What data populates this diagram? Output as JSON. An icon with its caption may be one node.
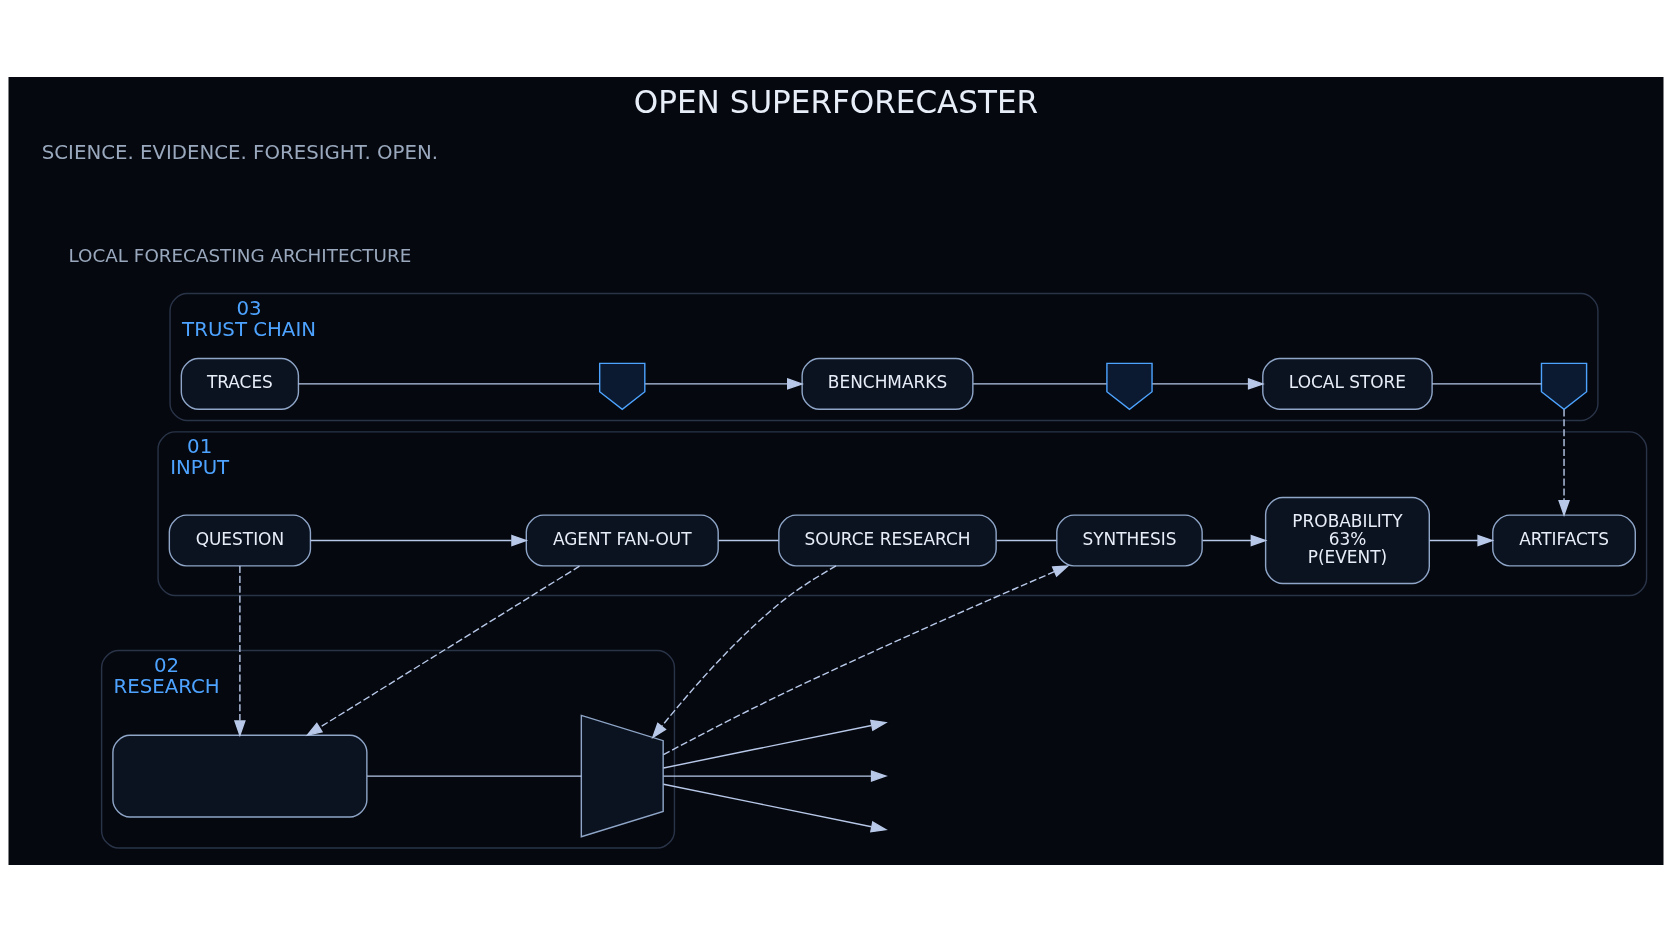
{
  "diagram": {
    "title": "OPEN SUPERFORECASTER",
    "caption": "SCIENCE. EVIDENCE. FORESIGHT. OPEN.",
    "nodes": [
      {
        "text": [
          "01",
          "INPUT"
        ]
      },
      {
        "text": [
          "QUESTION"
        ],
        "in": 0
      },
      {
        "text": [
          "AGENT FAN-OUT"
        ],
        "in": 0
      },
      {
        "text": [
          "SOURCE RESEARCH"
        ],
        "in": 0
      },
      {
        "text": [
          "SYNTHESIS"
        ],
        "in": 0
      },
      {
        "text": [
          "PROBABILITY",
          "63%",
          "P(EVENT)"
        ],
        "in": 0
      },
      {
        "text": [
          "ARTIFACTS"
        ],
        "in": 0
      },
      {
        "text": [
          "02",
          "RESEARCH"
        ]
      },
      {
        "text": [],
        "shape": "box",
        "in": 7
      },
      {
        "text": [],
        "shape": "funnel",
        "in": 7
      },
      {
        "text": [
          "03",
          "TRUST CHAIN"
        ]
      },
      {
        "text": [
          "TRACES"
        ],
        "in": 10
      },
      {
        "text": [],
        "shape": "shield",
        "in": 10
      },
      {
        "text": [
          "BENCHMARKS"
        ],
        "in": 10
      },
      {
        "text": [],
        "shape": "shield",
        "in": 10
      },
      {
        "text": [
          "LOCAL STORE"
        ],
        "in": 10
      },
      {
        "text": [],
        "shape": "shield",
        "in": 10
      }
    ],
    "edges": [
      {
        "from": 1,
        "to": 2,
        "arrow": "to"
      },
      {
        "from": 2,
        "to": 3,
        "arrow": "none"
      },
      {
        "from": 3,
        "to": 4,
        "arrow": "none"
      },
      {
        "from": 4,
        "to": 5,
        "arrow": "to"
      },
      {
        "from": 5,
        "to": 6,
        "arrow": "to"
      },
      {
        "from": 1,
        "to": 8,
        "arrow": "to",
        "style": "dashed"
      },
      {
        "from": 2,
        "to": 8,
        "arrow": "to",
        "style": "dashed"
      },
      {
        "from": 3,
        "to": 9,
        "arrow": "to",
        "style": "dashed"
      },
      {
        "from": 8,
        "to": 9,
        "arrow": "none"
      },
      {
        "from": 9,
        "to": 4,
        "arrow": "to",
        "style": "dashed"
      },
      {
        "from": 9,
        "to": null,
        "arrow": "to"
      },
      {
        "from": 9,
        "to": null,
        "arrow": "to"
      },
      {
        "from": 9,
        "to": null,
        "arrow": "to"
      },
      {
        "from": 11,
        "to": 12,
        "arrow": "none"
      },
      {
        "from": 12,
        "to": 13,
        "arrow": "to"
      },
      {
        "from": 13,
        "to": 14,
        "arrow": "none"
      },
      {
        "from": 14,
        "to": 15,
        "arrow": "to"
      },
      {
        "from": 15,
        "to": 16,
        "arrow": "none"
      },
      {
        "from": 16,
        "to": 6,
        "arrow": "to",
        "style": "dashed"
      }
    ],
    "labels": [
      "LOCAL FORECASTING ARCHITECTURE"
    ]
  }
}
